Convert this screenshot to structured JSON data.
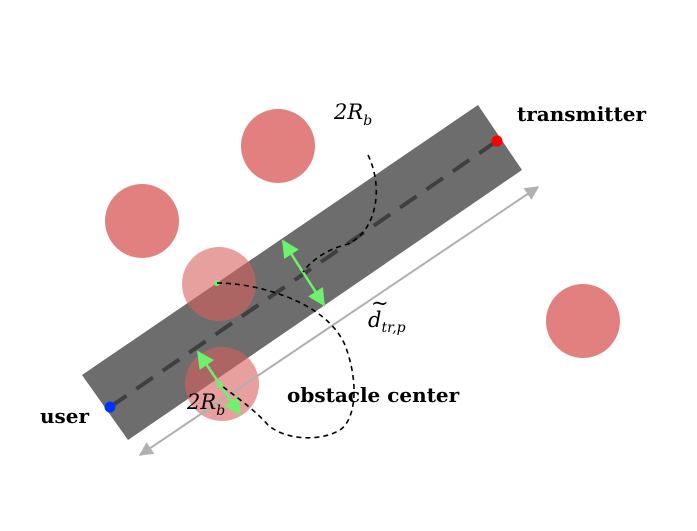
{
  "labels": {
    "transmitter": "transmitter",
    "user": "user",
    "obstacle_center": "obstacle center",
    "beam_width_top": {
      "main": "2R",
      "sub": "b"
    },
    "beam_width_bottom": {
      "main": "2R",
      "sub": "b"
    },
    "distance": {
      "main": "d",
      "accent": "~",
      "sub": "tr,p"
    }
  },
  "colors": {
    "beam": "#6d6d6d",
    "obstacle": "#d9605f",
    "obstacle_opacity": 0.8,
    "transmitter_dot": "#ff0000",
    "user_dot": "#0033ff",
    "width_arrow": "#6cf26c",
    "distance_arrow": "#b0b0b0",
    "axis_dash": "#3f3f3f"
  },
  "icons": {
    "transmitter": "red-dot-icon",
    "user": "blue-dot-icon",
    "obstacles": "circle-icon"
  }
}
